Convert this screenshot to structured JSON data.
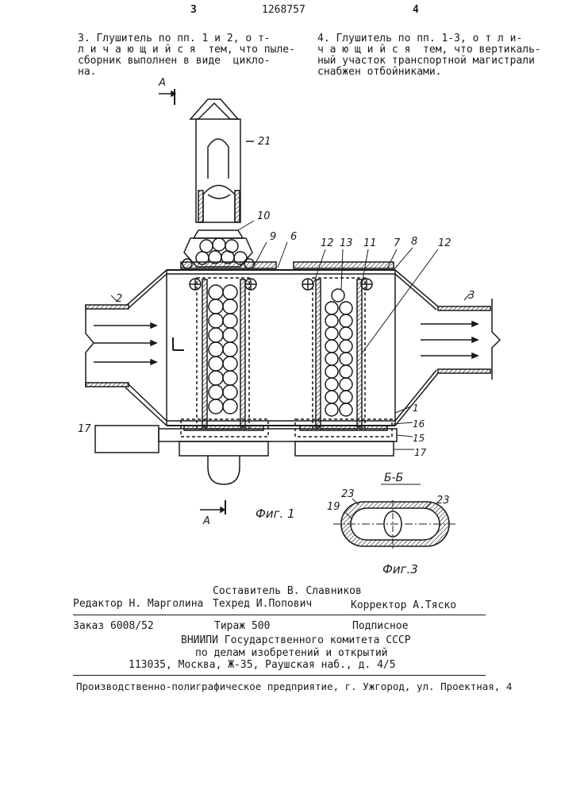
{
  "header": {
    "page_left": "3",
    "patent_number": "1268757",
    "page_right": "4"
  },
  "claims": {
    "left": [
      "3. Глушитель по пп. 1 и 2, о т-",
      "л и ч а ю щ и й с я  тем, что пыле-",
      "сборник выполнен в виде  цикло-",
      "на."
    ],
    "right": [
      "4. Глушитель по пп. 1-3, о т л и-",
      "ч а ю щ и й с я  тем, что вертикаль-",
      "ный участок транспортной магистрали",
      "снабжен отбойниками."
    ]
  },
  "figure1": {
    "caption": "Фиг. 1",
    "section_mark_top": "А",
    "section_mark_bottom": "А",
    "labels": {
      "l1": "1",
      "l2": "2",
      "l3": "3",
      "l6": "6",
      "l7": "7",
      "l8": "8",
      "l9": "9",
      "l10": "10",
      "l11": "11",
      "l12a": "12",
      "l12b": "12",
      "l13": "13",
      "l15": "15",
      "l16": "16",
      "l17a": "17",
      "l17b": "17",
      "l21": "21",
      "lL": "L"
    }
  },
  "figure3": {
    "caption": "Фиг.3",
    "section_title": "Б-Б",
    "labels": {
      "l19": "19",
      "l23a": "23",
      "l23b": "23"
    }
  },
  "footer": {
    "editor": "Редактор Н. Марголина",
    "compiler": "Составитель В. Славников",
    "techred": "Техред И.Попович",
    "corrector": "Корректор А.Тяско",
    "order": "Заказ 6008/52",
    "circulation": "Тираж 500",
    "subscription": "Подписное",
    "org_line1": "ВНИИПИ Государственного комитета СССР",
    "org_line2": "по делам изобретений и открытий",
    "org_line3": "113035, Москва, Ж-35, Раушская наб., д. 4/5",
    "printer": "Производственно-полиграфическое предприятие, г. Ужгород, ул. Проектная, 4"
  }
}
